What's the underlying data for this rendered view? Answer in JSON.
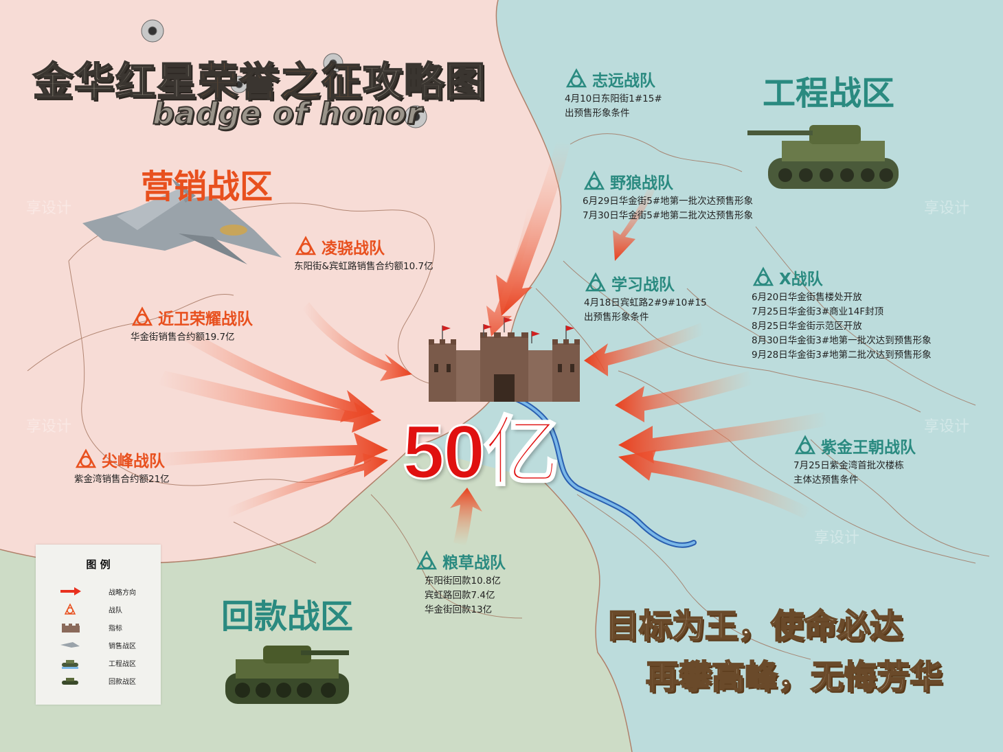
{
  "title": {
    "part1": "金华红星",
    "part2": "荣誉之征",
    "part3": "攻略图",
    "english": "badge of honor"
  },
  "zones": {
    "marketing": "营销战区",
    "engineering": "工程战区",
    "collection": "回款战区"
  },
  "center": {
    "value": "50亿"
  },
  "teams": {
    "lingxiao": {
      "name": "凌骁战队",
      "lines": [
        "东阳街&宾虹路销售合约额10.7亿"
      ]
    },
    "jinwei": {
      "name": "近卫荣耀战队",
      "lines": [
        "华金街销售合约额19.7亿"
      ]
    },
    "jianfeng": {
      "name": "尖峰战队",
      "lines": [
        "紫金湾销售合约额21亿"
      ]
    },
    "zhiyuan": {
      "name": "志远战队",
      "lines": [
        "4月10日东阳街1#15#",
        "出预售形象条件"
      ]
    },
    "yelang": {
      "name": "野狼战队",
      "lines": [
        "6月29日华金街5#地第一批次达预售形象",
        "7月30日华金街5#地第二批次达预售形象"
      ]
    },
    "xuexi": {
      "name": "学习战队",
      "lines": [
        "4月18日宾虹路2#9#10#15",
        "出预售形象条件"
      ]
    },
    "x": {
      "name": "X战队",
      "lines": [
        "6月20日华金街售楼处开放",
        "7月25日华金街3#商业14F封顶",
        "8月25日华金街示范区开放",
        "8月30日华金街3#地第一批次达到预售形象",
        "9月28日华金街3#地第二批次达到预售形象"
      ]
    },
    "zijin": {
      "name": "紫金王朝战队",
      "lines": [
        "7月25日紫金湾首批次楼栋",
        "主体达预售条件"
      ]
    },
    "liangcao": {
      "name": "粮草战队",
      "lines": [
        "东阳街回款10.8亿",
        "宾虹路回款7.4亿",
        "华金街回款13亿"
      ]
    }
  },
  "slogans": {
    "line1": "目标为王，使命必达",
    "line2": "再攀高峰，无悔芳华"
  },
  "legend": {
    "title": "图  例",
    "items": [
      "战略方向",
      "战队",
      "指标",
      "销售战区",
      "工程战区",
      "回款战区"
    ]
  },
  "watermark": "享设计",
  "colors": {
    "marketing": "#f7dcd6",
    "engineering": "#bcdcdc",
    "collection": "#cdddc6",
    "orange": "#e8501e",
    "teal": "#2a8a80",
    "target": "#e01010"
  }
}
